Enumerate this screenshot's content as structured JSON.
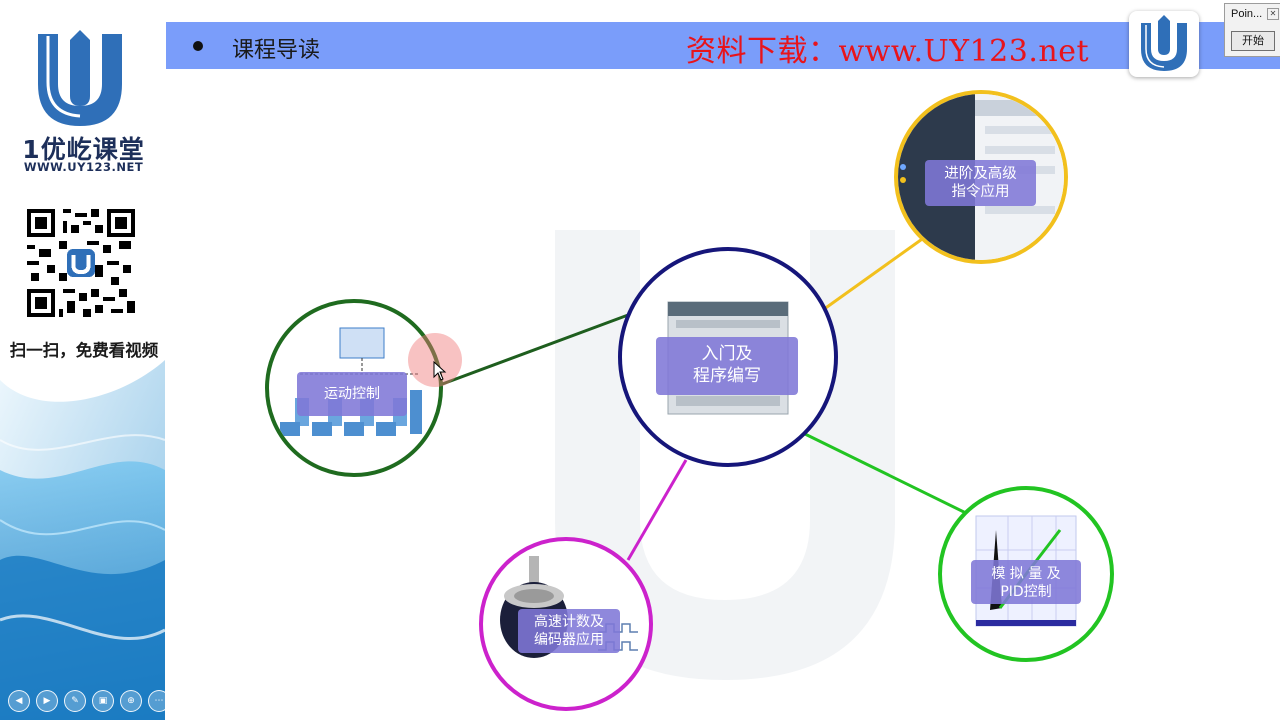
{
  "sidebar": {
    "brand_name": "1优屹课堂",
    "brand_url": "WWW.UY123.NET",
    "qr_caption": "扫一扫，免费看视频",
    "nav_controls": [
      {
        "icon": "prev-icon",
        "glyph": "◀"
      },
      {
        "icon": "next-icon",
        "glyph": "▶"
      },
      {
        "icon": "pen-icon",
        "glyph": "✎"
      },
      {
        "icon": "slides-icon",
        "glyph": "▣"
      },
      {
        "icon": "zoom-icon",
        "glyph": "⊕"
      },
      {
        "icon": "more-icon",
        "glyph": "⋯"
      }
    ]
  },
  "header": {
    "title": "课程导读",
    "download_text": "资料下载：www.UY123.net"
  },
  "pointer_tool": {
    "title": "Poin...",
    "close_glyph": "✕",
    "start_label": "开始"
  },
  "mindmap": {
    "center": {
      "line1": "入门及",
      "line2": "程序编写"
    },
    "nodes": {
      "advanced": {
        "line1": "进阶及高级",
        "line2": "指令应用",
        "color": "#f2c01d"
      },
      "motion": {
        "line1": "运动控制",
        "color": "#1f6b1f"
      },
      "counter": {
        "line1": "高速计数及",
        "line2": "编码器应用",
        "color": "#cc22cc"
      },
      "analog": {
        "line1": "模 拟 量 及",
        "line2": "PID控制",
        "color": "#22c422"
      }
    },
    "center_color": "#16167a"
  },
  "colors": {
    "header_bar": "#7a9dfa",
    "download_red": "#e8141b",
    "logo_blue": "#2f6fb8"
  }
}
